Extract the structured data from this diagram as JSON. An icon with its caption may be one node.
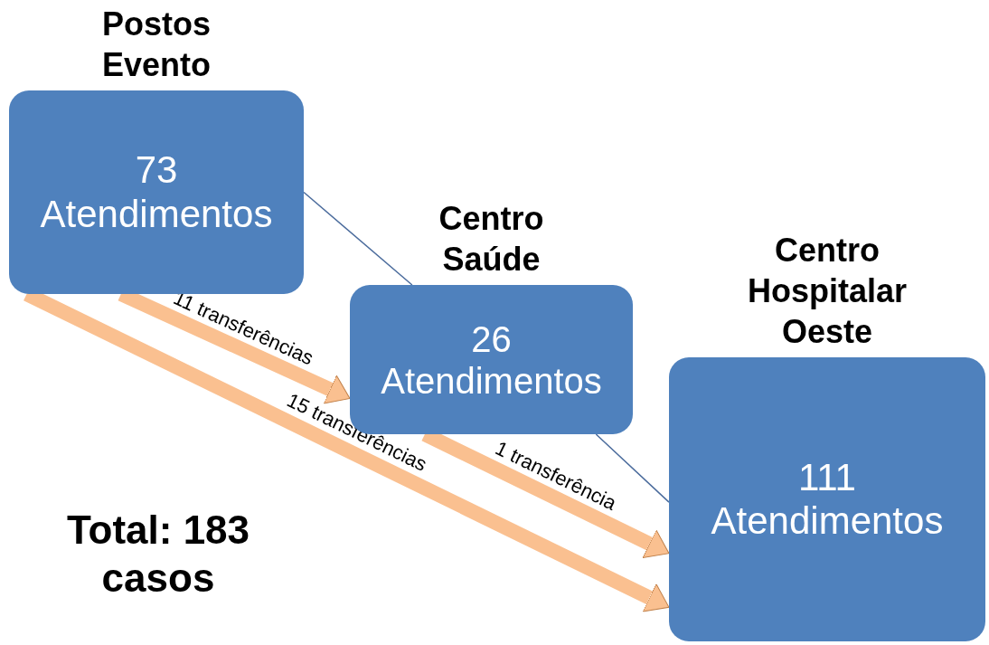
{
  "diagram": {
    "nodes": [
      {
        "text": [
          "Postos Evento",
          "73 Atendimentos"
        ]
      },
      {
        "text": [
          "Centro Saúde",
          "26 Atendimentos"
        ]
      },
      {
        "text": [
          "Centro Hospitalar Oeste",
          "111 Atendimentos"
        ]
      }
    ],
    "edges": [
      {
        "from": 0,
        "to": 1,
        "arrow": "none",
        "color": "#4a6b9c"
      },
      {
        "from": 1,
        "to": 2,
        "arrow": "none",
        "color": "#4a6b9c"
      },
      {
        "from": 0,
        "to": 1,
        "arrow": "to",
        "label": "11 transferências"
      },
      {
        "from": 0,
        "to": 2,
        "arrow": "to",
        "label": "15 transferências"
      },
      {
        "from": 1,
        "to": 2,
        "arrow": "to",
        "label": "1 transferência"
      }
    ],
    "labels": [
      "Total: 183 casos"
    ]
  }
}
